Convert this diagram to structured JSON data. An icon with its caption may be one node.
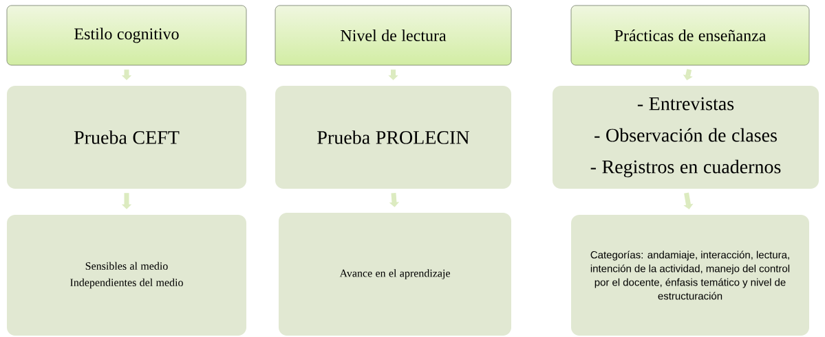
{
  "diagram": {
    "nodes": [
      {
        "text": [
          "Estilo cognitivo"
        ]
      },
      {
        "text": [
          "Prueba CEFT"
        ]
      },
      {
        "text": [
          "Sensibles al medio",
          "Independientes del medio"
        ]
      },
      {
        "text": [
          "Nivel de lectura"
        ]
      },
      {
        "text": [
          "Prueba PROLECIN"
        ]
      },
      {
        "text": [
          "Avance en el aprendizaje"
        ]
      },
      {
        "text": [
          "Prácticas de enseñanza"
        ]
      },
      {
        "text": [
          "- Entrevistas",
          "- Observación de clases",
          "- Registros en cuadernos"
        ]
      },
      {
        "text": [
          "Categorías: andamiaje, interacción, lectura, intención de la actividad, manejo del control por el docente, énfasis temático y nivel de estructuración"
        ]
      }
    ],
    "edges": [
      {
        "from": 0,
        "to": 1,
        "arrow": "to"
      },
      {
        "from": 1,
        "to": 2,
        "arrow": "to"
      },
      {
        "from": 3,
        "to": 4,
        "arrow": "to"
      },
      {
        "from": 4,
        "to": 5,
        "arrow": "to"
      },
      {
        "from": 6,
        "to": 7,
        "arrow": "to"
      },
      {
        "from": 7,
        "to": 8,
        "arrow": "to"
      }
    ]
  }
}
